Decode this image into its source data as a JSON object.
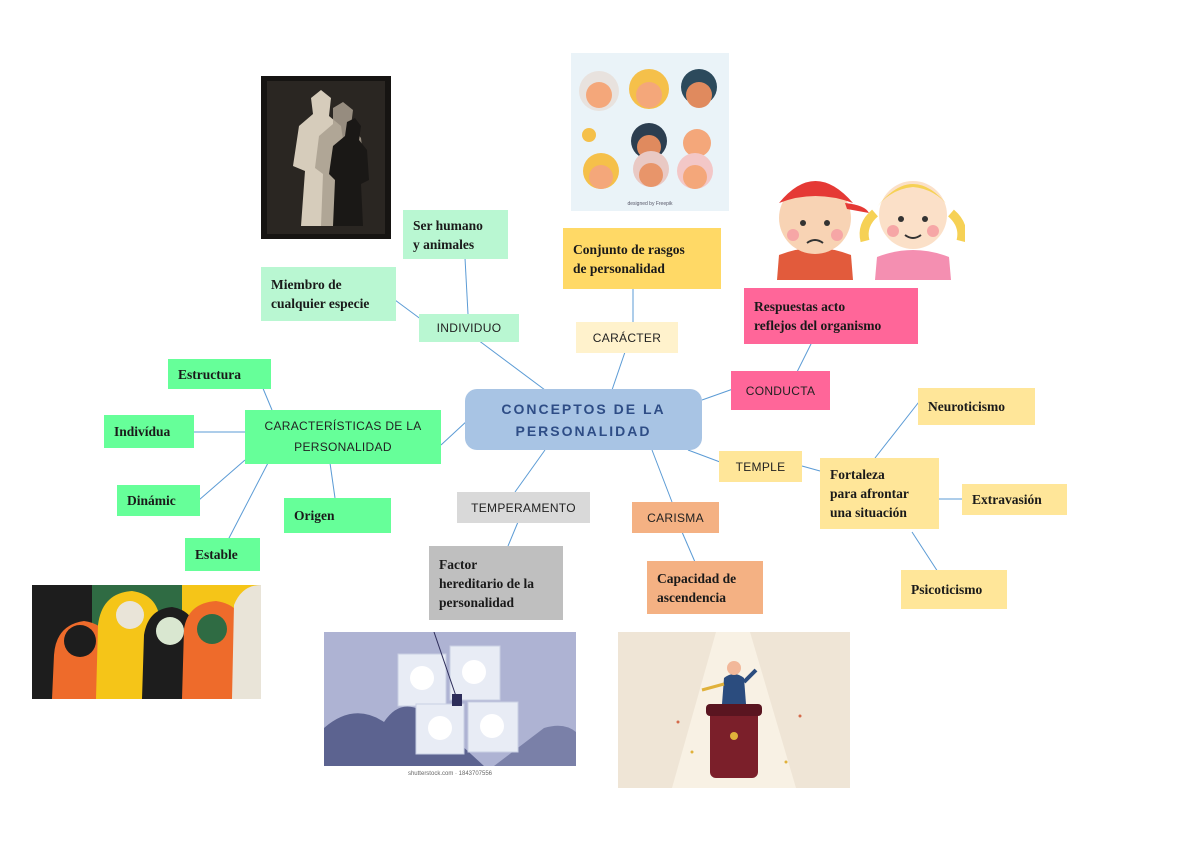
{
  "center": {
    "line1": "CONCEPTOS DE LA",
    "line2": "PERSONALIDAD"
  },
  "branches": {
    "individuo": "INDIVIDUO",
    "caracter": "CARÁCTER",
    "conducta": "CONDUCTA",
    "temple": "TEMPLE",
    "carisma": "CARISMA",
    "temperamento": "TEMPERAMENTO",
    "caracteristicas": {
      "line1": "CARACTERÍSTICAS DE LA",
      "line2": "PERSONALIDAD"
    }
  },
  "leaves": {
    "ser_humano": {
      "line1": "Ser humano",
      "line2": "y animales"
    },
    "miembro": {
      "line1": "Miembro de",
      "line2": "cualquier especie"
    },
    "conjunto": {
      "line1": "Conjunto de rasgos",
      "line2": "de personalidad"
    },
    "respuestas": {
      "line1": "Respuestas acto",
      "line2": "reflejos del organismo"
    },
    "neuroticismo": "Neuroticismo",
    "fortaleza": {
      "line1": "Fortaleza",
      "line2": "para afrontar",
      "line3": "una situación"
    },
    "extravasion": "Extravasión",
    "psicoticismo": "Psicoticismo",
    "capacidad": {
      "line1": "Capacidad de",
      "line2": "ascendencia"
    },
    "factor": {
      "line1": "Factor",
      "line2": "hereditario de la",
      "line3": "personalidad"
    },
    "estructura": "Estructura",
    "individua": "Indivídua",
    "dinamic": "Dinámic",
    "estable": "Estable",
    "origen": "Origen"
  },
  "images": {
    "faces_credit": "designed by Freepik",
    "shutter_credit": "shutterstock.com · 1843707556"
  },
  "colors": {
    "center": "#a8c4e4",
    "mint": "#b9f7d2",
    "green": "#66ff99",
    "yellow": "#ffd966",
    "light_yellow": "#ffe699",
    "pale_yellow": "#fff2cc",
    "pink": "#ff6699",
    "salmon": "#f4b183",
    "gray": "#d9d9d9",
    "gray_dark": "#bfbfbf",
    "line": "#5b9bd5"
  }
}
